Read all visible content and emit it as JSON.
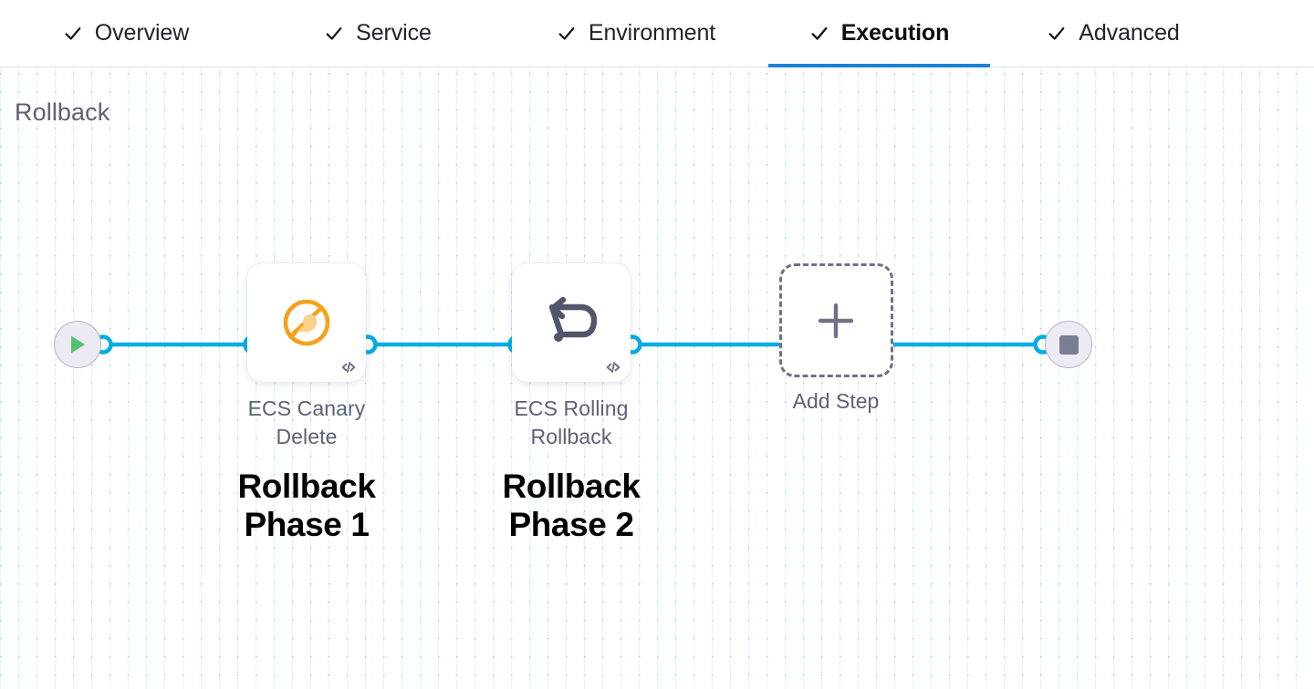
{
  "tabs": {
    "items": [
      {
        "label": "Overview",
        "icon": "check-icon",
        "active": false
      },
      {
        "label": "Service",
        "icon": "check-icon",
        "active": false
      },
      {
        "label": "Environment",
        "icon": "check-icon",
        "active": false
      },
      {
        "label": "Execution",
        "icon": "check-icon",
        "active": true
      },
      {
        "label": "Advanced",
        "icon": "check-icon",
        "active": false
      }
    ],
    "active_indicator_color": "#1b7fd4"
  },
  "canvas": {
    "title": "Rollback",
    "title_color": "#5a6276",
    "grid_line_color": "#b4d7f0",
    "grid_dot_color": "#96a0b2",
    "background": "#ffffff"
  },
  "flow": {
    "connector_color": "#00ade4",
    "start_node": {
      "name": "start-node",
      "icon": "play-icon",
      "icon_color": "#56c271",
      "fill": "#eceaf3",
      "border": "#b7b4c6"
    },
    "end_node": {
      "name": "end-node",
      "icon": "stop-icon",
      "icon_color": "#7c7c92",
      "fill": "#eceaf3",
      "border": "#b7b4c6"
    },
    "steps": [
      {
        "label": "ECS Canary Delete",
        "icon": "ecs-canary-delete-icon",
        "icon_color": "#f7a11a",
        "badge_icon": "code-icon",
        "annotation": "Rollback Phase 1"
      },
      {
        "label": "ECS Rolling Rollback",
        "icon": "rollback-arrow-icon",
        "icon_color": "#53566b",
        "badge_icon": "code-icon",
        "annotation": "Rollback Phase 2"
      }
    ],
    "add_step": {
      "label": "Add Step",
      "icon": "plus-icon",
      "icon_color": "#6f7287",
      "border_color": "#6f7287"
    }
  }
}
